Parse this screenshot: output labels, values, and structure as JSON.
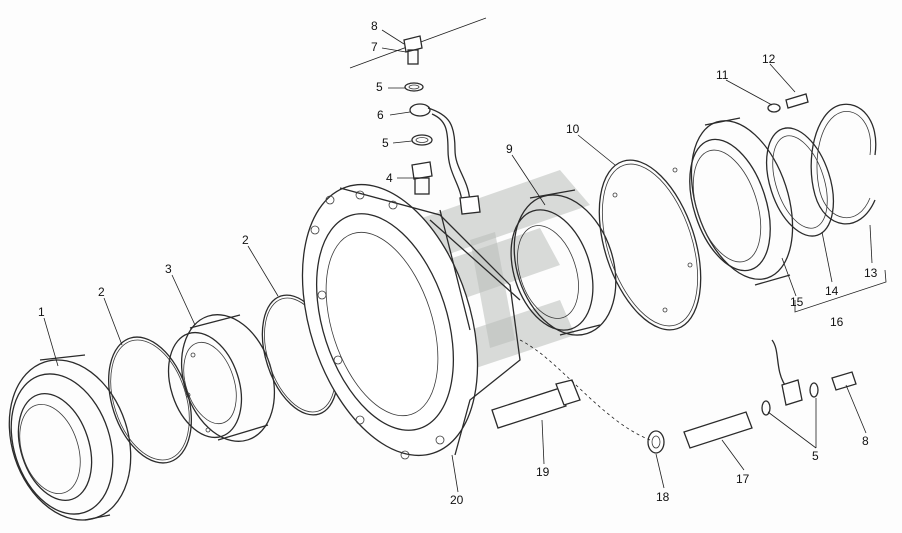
{
  "diagram": {
    "callouts": {
      "c1": "1",
      "c2a": "2",
      "c2b": "2",
      "c3": "3",
      "c4": "4",
      "c5a": "5",
      "c5b": "5",
      "c5c": "5",
      "c6": "6",
      "c7": "7",
      "c8a": "8",
      "c8b": "8",
      "c9": "9",
      "c10": "10",
      "c11": "11",
      "c12": "12",
      "c13": "13",
      "c14": "14",
      "c15": "15",
      "c16": "16",
      "c17": "17",
      "c18": "18",
      "c19": "19",
      "c20": "20"
    },
    "colors": {
      "line": "#2b2b2b",
      "watermark": "#b9bdb9",
      "background": "#fdfdfd"
    }
  }
}
